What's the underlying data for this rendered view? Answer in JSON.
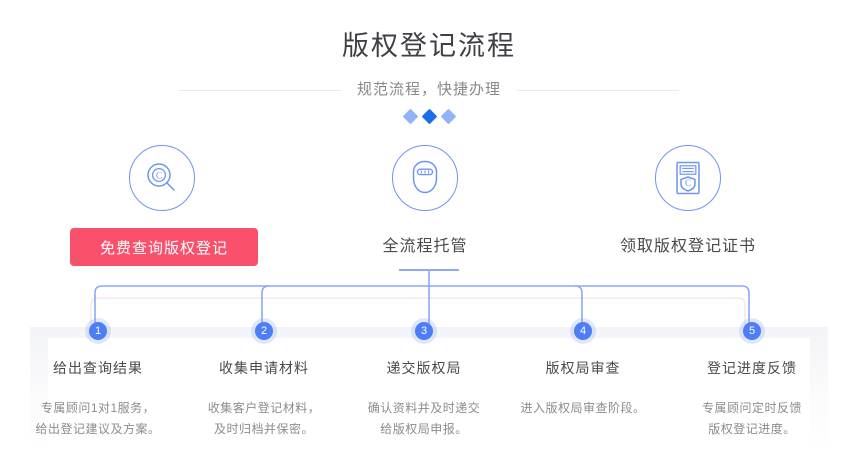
{
  "header": {
    "title": "版权登记流程",
    "subtitle": "规范流程，快捷办理",
    "diamond_colors": [
      "#8fb4f7",
      "#1a6ee8",
      "#8fb4f7"
    ],
    "rule_color": "#eaeaea"
  },
  "colors": {
    "accent_blue": "#4f7df5",
    "icon_outline": "#6f93f7",
    "cta_red": "#f9506b",
    "connector_blue": "#8aa9f8",
    "connector_pink": "#f7e3ea",
    "text_dark": "#4a4a4a",
    "text_muted": "#8c8c8c"
  },
  "stages": [
    {
      "icon": "copyright-search-icon",
      "label": "免费查询版权登记",
      "is_button": true
    },
    {
      "icon": "basket-custody-icon",
      "label": "全流程托管",
      "is_button": false
    },
    {
      "icon": "certificate-icon",
      "label": "领取版权登记证书",
      "is_button": false
    }
  ],
  "steps": [
    {
      "number": "1",
      "title": "给出查询结果",
      "desc_lines": [
        "专属顾问1对1服务，",
        "给出登记建议及方案。"
      ]
    },
    {
      "number": "2",
      "title": "收集申请材料",
      "desc_lines": [
        "收集客户登记材料，",
        "及时归档并保密。"
      ]
    },
    {
      "number": "3",
      "title": "递交版权局",
      "desc_lines": [
        "确认资料并及时递交",
        "给版权局申报。"
      ]
    },
    {
      "number": "4",
      "title": "版权局审查",
      "desc_lines": [
        "进入版权局审查阶段。"
      ]
    },
    {
      "number": "5",
      "title": "登记进度反馈",
      "desc_lines": [
        "专属顾问定时反馈",
        "版权登记进度。"
      ]
    }
  ]
}
